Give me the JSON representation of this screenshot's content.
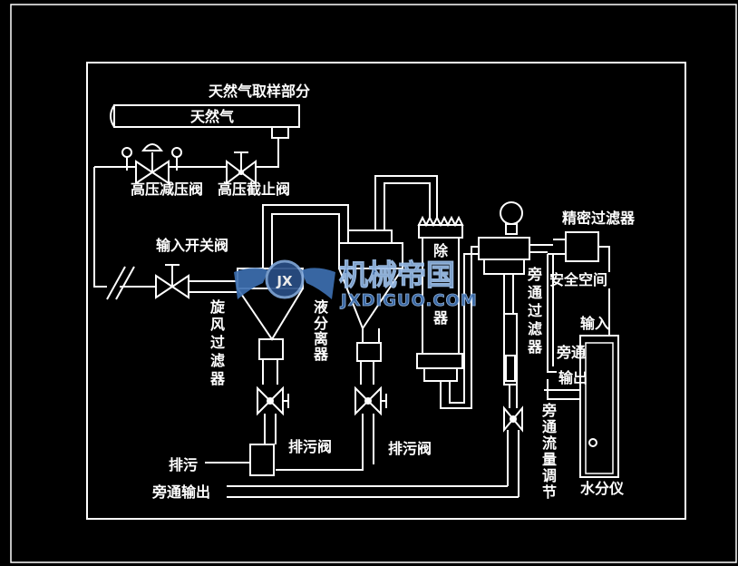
{
  "title": "天然气取样部分",
  "labels": {
    "natural_gas": "天然气",
    "hp_reducing_valve": "高压减压阀",
    "hp_shutoff_valve": "高压截止阀",
    "input_switch_valve": "输入开关阀",
    "cyclone_filter": [
      "旋",
      "风",
      "过",
      "滤",
      "器"
    ],
    "liquid_separator": [
      "液",
      "分",
      "离",
      "器"
    ],
    "remover": [
      "除",
      "器"
    ],
    "bypass_filter": [
      "旁",
      "通",
      "过",
      "滤",
      "器"
    ],
    "precision_filter": "精密过滤器",
    "safe_space": "安全空间",
    "input": "输入",
    "bypass": "旁通",
    "output": "输出",
    "drain_valve_1": "排污阀",
    "drain_valve_2": "排污阀",
    "drain": "排污",
    "bypass_output": "旁通输出",
    "bypass_flow_adjust": [
      "旁",
      "通",
      "流",
      "量",
      "调",
      "节"
    ],
    "moisture_analyzer": "水分仪"
  },
  "watermark": {
    "logo_text": "机械帝国",
    "url_text": "JXDIGUO.COM",
    "badge": "JX"
  },
  "colors": {
    "background": "#000000",
    "lines": "#ffffff",
    "watermark": "#3d6fb0"
  }
}
